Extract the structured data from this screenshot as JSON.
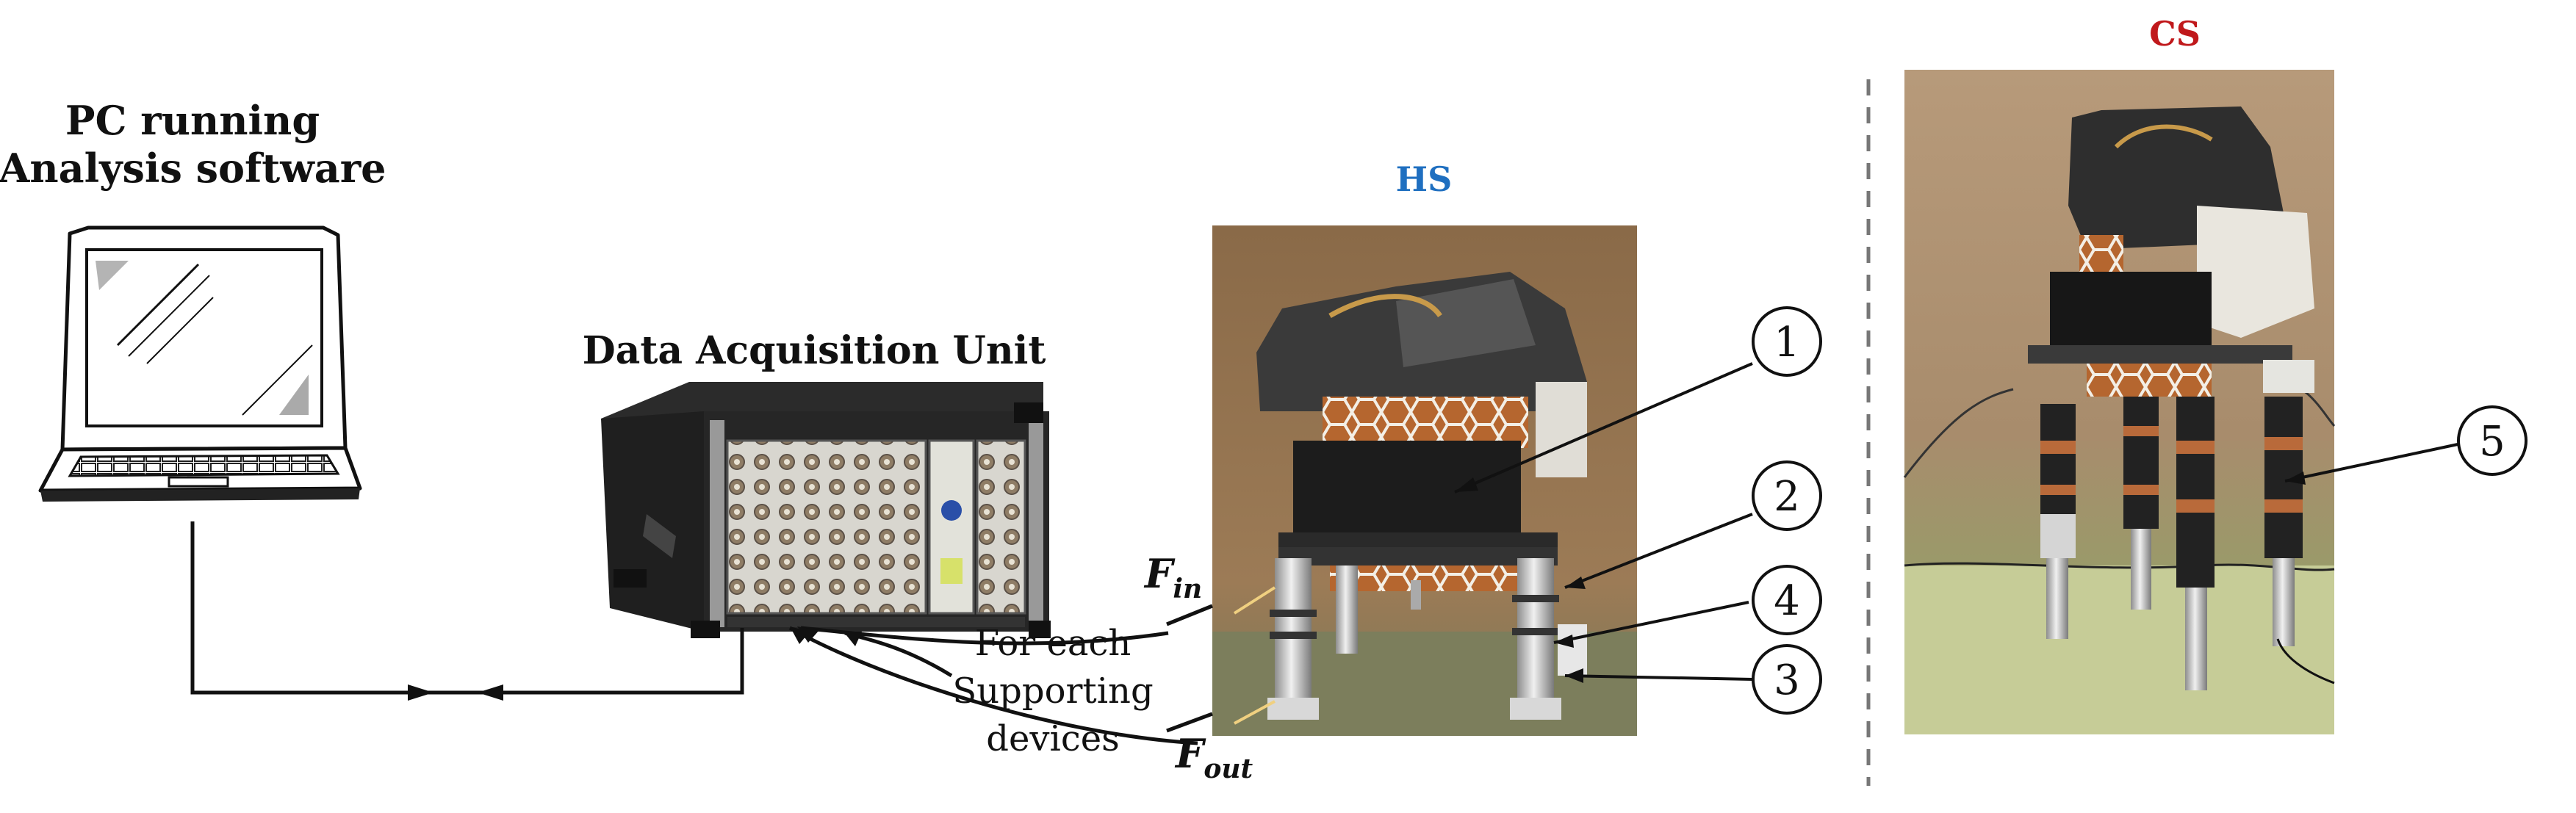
{
  "labels": {
    "pc": "PC running\nAnalysis software",
    "daq": "Data Acquisition Unit",
    "hs": "HS",
    "cs": "CS",
    "supporting": "For each\nSupporting\ndevices",
    "f_in_main": "F",
    "f_in_sub": "in",
    "f_out_main": "F",
    "f_out_sub": "out"
  },
  "callouts": [
    "1",
    "2",
    "4",
    "3",
    "5"
  ],
  "colors": {
    "hs": "#1f6fc0",
    "cs": "#c0181b",
    "line": "#111111",
    "dash": "#777777"
  },
  "icons": [
    "laptop-icon",
    "daq-unit-icon",
    "hs-photo",
    "cs-photo"
  ]
}
